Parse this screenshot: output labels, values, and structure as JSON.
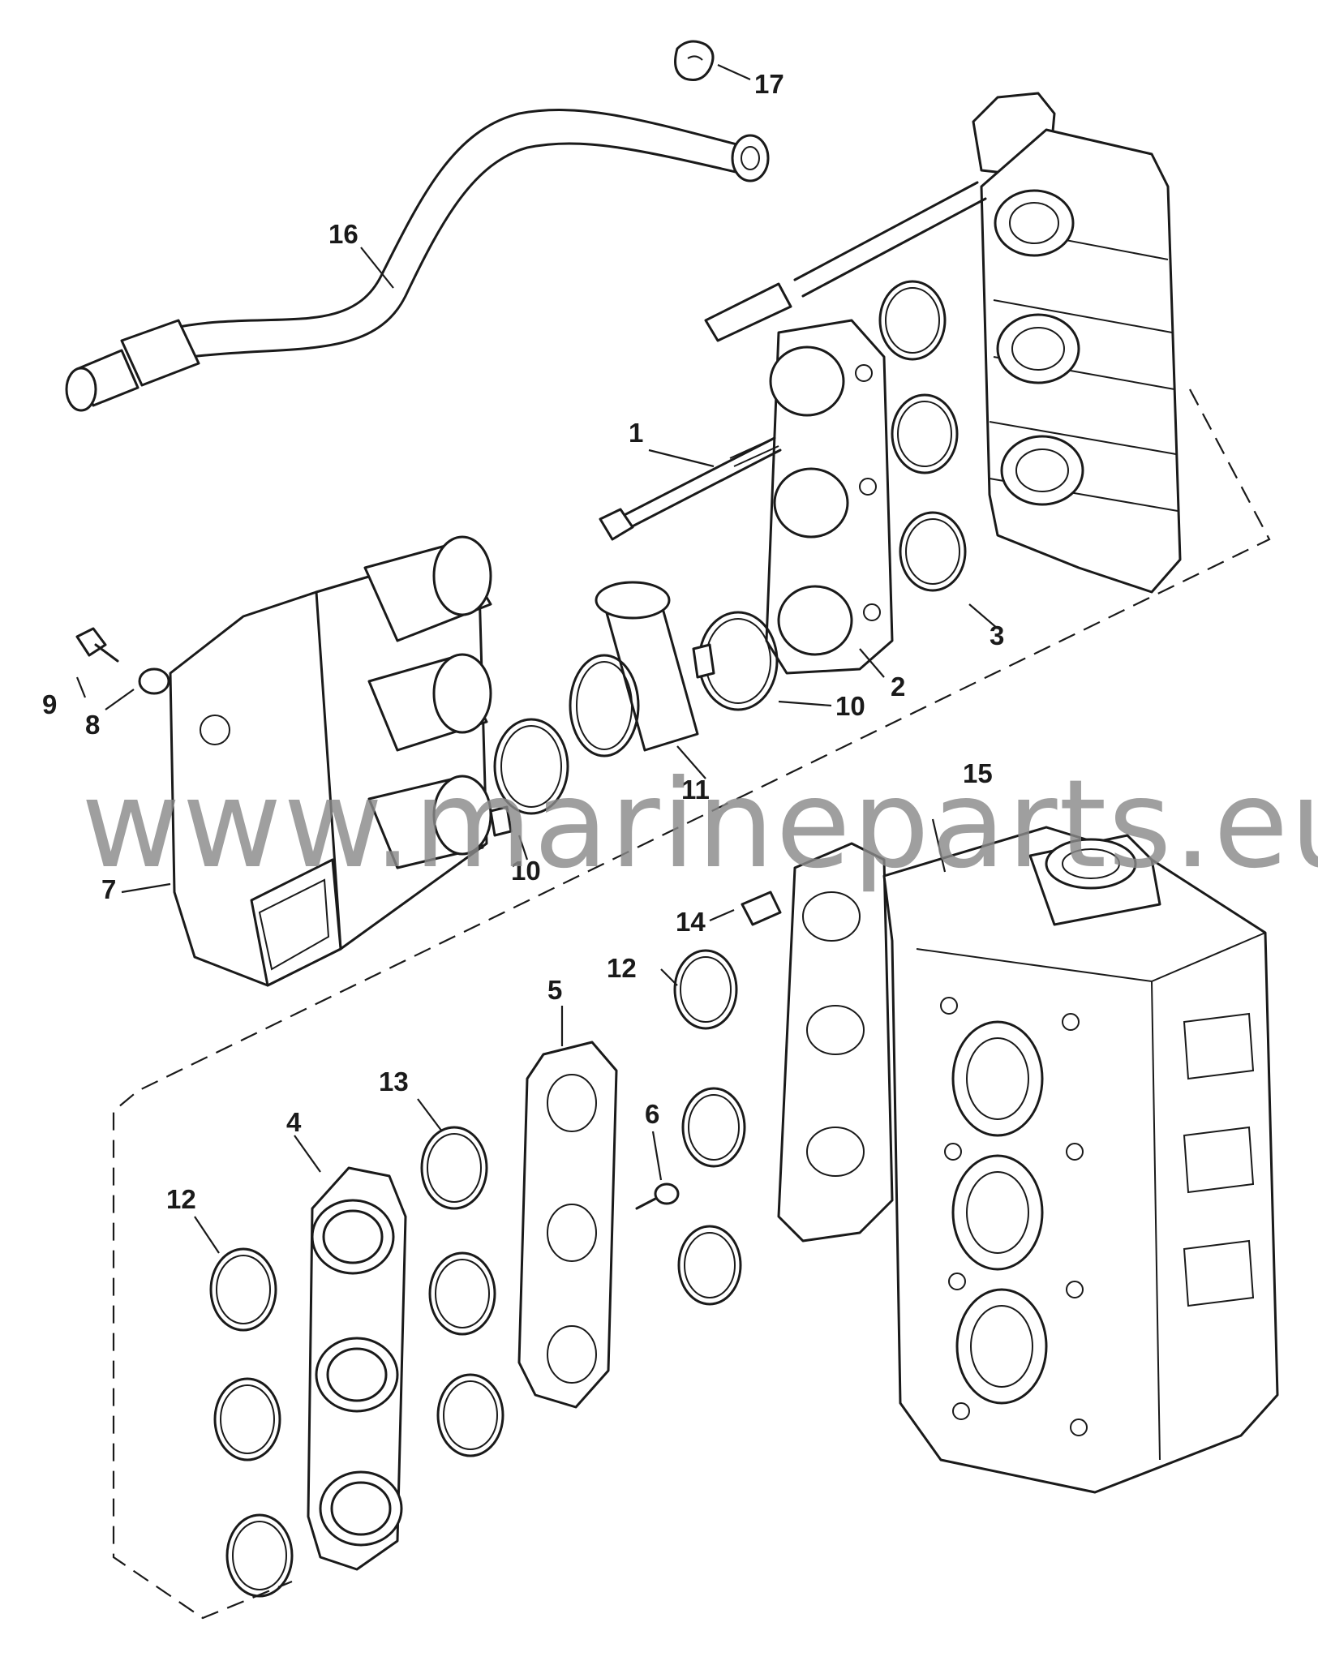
{
  "watermark": "www.marineparts.eu",
  "callouts": {
    "c1": "1",
    "c2": "2",
    "c3": "3",
    "c4": "4",
    "c5": "5",
    "c6": "6",
    "c7": "7",
    "c8": "8",
    "c9": "9",
    "c10a": "10",
    "c10b": "10",
    "c11": "11",
    "c12a": "12",
    "c12b": "12",
    "c13": "13",
    "c14": "14",
    "c15": "15",
    "c16": "16",
    "c17": "17"
  }
}
